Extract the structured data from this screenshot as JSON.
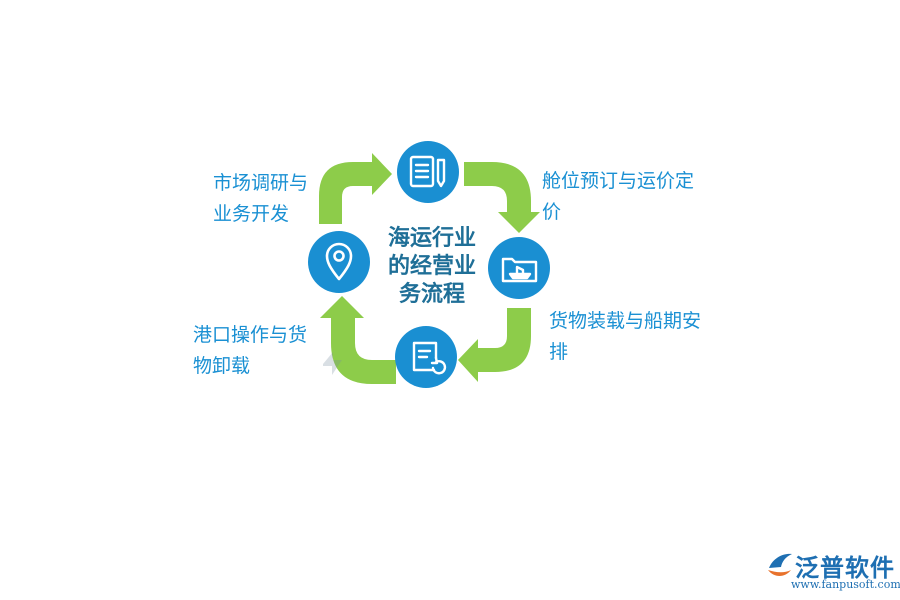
{
  "diagram": {
    "center_title_line1": "海运行业",
    "center_title_line2": "的经营业",
    "center_title_line3": "务流程",
    "steps": [
      {
        "line1": "市场调研与",
        "line2": "业务开发",
        "icon": "location-pin-icon"
      },
      {
        "line1": "舱位预订与运价定",
        "line2": "价",
        "icon": "document-pencil-icon"
      },
      {
        "line1": "货物装载与船期安",
        "line2": "排",
        "icon": "folder-ship-icon"
      },
      {
        "line1": "港口操作与货",
        "line2": "物卸载",
        "icon": "form-refresh-icon"
      }
    ],
    "colors": {
      "node": "#1a8fd2",
      "arrow": "#8dcc4a",
      "label": "#1a90d3",
      "title": "#1f6f97"
    }
  },
  "brand": {
    "name": "泛普软件",
    "url": "www.fanpusoft.com",
    "watermark_text": "泛普软件"
  }
}
